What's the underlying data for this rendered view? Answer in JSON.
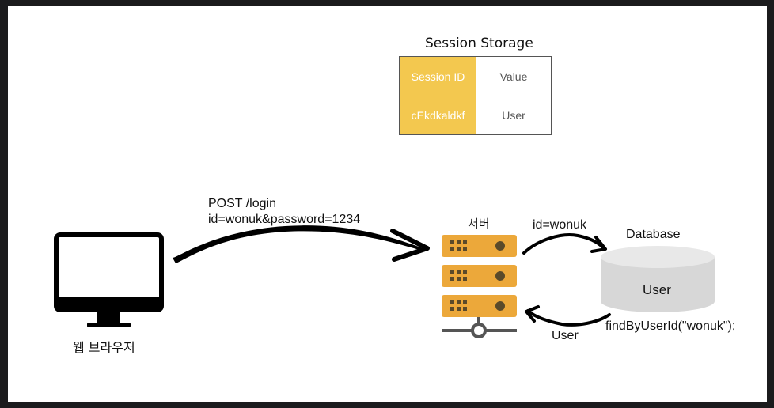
{
  "session_storage": {
    "title": "Session Storage",
    "header": {
      "key": "Session ID",
      "value": "Value"
    },
    "row": {
      "key": "cEkdkaldkf",
      "value": "User"
    }
  },
  "request": {
    "line1": "POST /login",
    "line2": "id=wonuk&password=1234"
  },
  "browser": {
    "label": "웹 브라우저"
  },
  "server": {
    "label": "서버"
  },
  "query": {
    "label": "id=wonuk"
  },
  "database": {
    "label": "Database",
    "table": "User",
    "call": "findByUserId(\"wonuk\");"
  },
  "return": {
    "label": "User"
  },
  "colors": {
    "server_orange": "#eca83a",
    "key_yellow": "#f3c84f",
    "db_gray": "#d7d7d7"
  }
}
